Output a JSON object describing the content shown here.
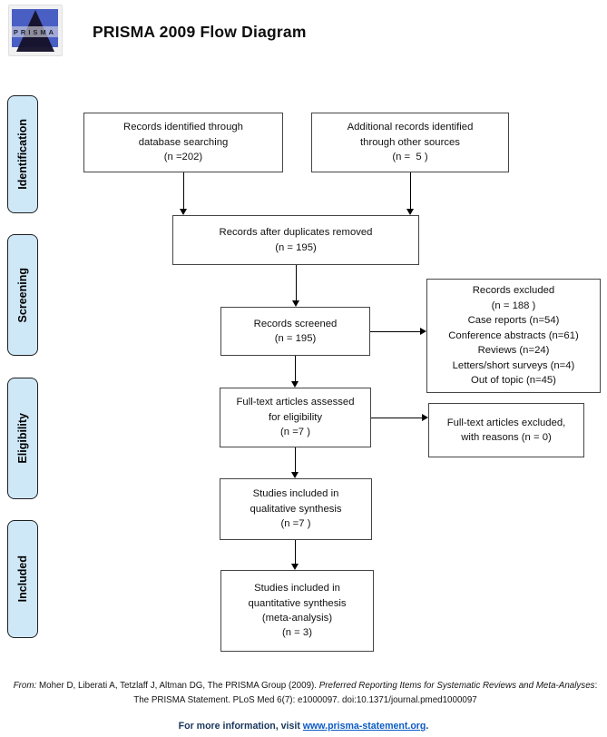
{
  "header": {
    "logo_text": "PRISMA",
    "title": "PRISMA 2009 Flow Diagram"
  },
  "colors": {
    "stage_fill": "#cfe8f8",
    "logo_blue": "#4a5fc4",
    "logo_triangle": "#15112a",
    "info_text": "#17365d",
    "link": "#0b5bc5"
  },
  "sidebar": {
    "stages": [
      {
        "label": "Identification"
      },
      {
        "label": "Screening"
      },
      {
        "label": "Eligibility"
      },
      {
        "label": "Included"
      }
    ]
  },
  "flow": {
    "boxes": [
      {
        "key": "records-identified",
        "text": "Records identified through\ndatabase searching\n(n =202)"
      },
      {
        "key": "additional-records",
        "text": "Additional records identified\nthrough other sources\n(n =  5 )"
      },
      {
        "key": "after-duplicates",
        "text": "Records after duplicates removed\n(n = 195)"
      },
      {
        "key": "records-screened",
        "text": "Records screened\n(n = 195)"
      },
      {
        "key": "records-excluded",
        "text": "Records excluded\n(n = 188 )\nCase reports (n=54)\nConference abstracts (n=61)\nReviews (n=24)\nLetters/short surveys (n=4)\nOut of topic (n=45)"
      },
      {
        "key": "fulltext-assessed",
        "text": "Full-text articles assessed\nfor eligibility\n(n =7 )"
      },
      {
        "key": "fulltext-excluded",
        "text": "Full-text articles excluded,\nwith reasons (n = 0)"
      },
      {
        "key": "qualitative-included",
        "text": "Studies included in\nqualitative synthesis\n(n =7 )"
      },
      {
        "key": "quantitative-included",
        "text": "Studies included in\nquantitative synthesis\n(meta-analysis)\n(n = 3)"
      }
    ]
  },
  "footer": {
    "from_label": "From:",
    "citation_roman": " Moher D, Liberati A, Tetzlaff J, Altman DG, The PRISMA Group (2009). ",
    "citation_italic": "Preferred Reporting Items for Systematic Reviews and Meta-Analyses",
    "citation_tail": ": The PRISMA Statement. PLoS Med 6(7): e1000097. doi:10.1371/journal.pmed1000097",
    "info_prefix": "For more information, visit ",
    "info_link": "www.prisma-statement.org",
    "info_suffix": "."
  }
}
